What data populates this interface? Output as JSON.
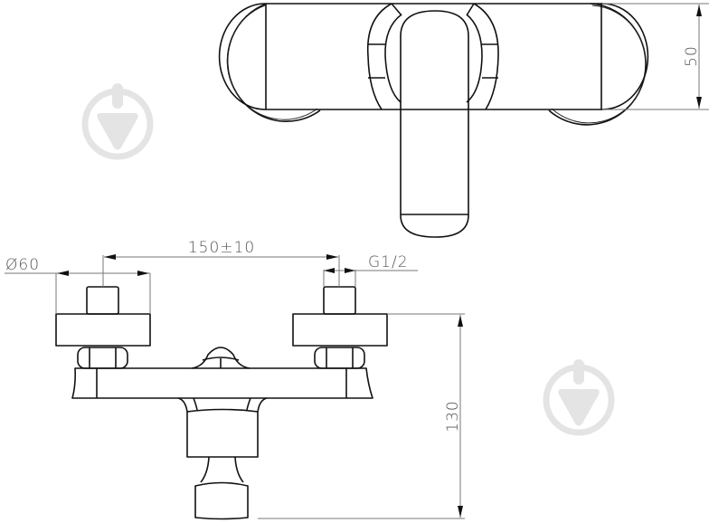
{
  "drawing": {
    "subject": "wall-mounted single-lever mixer",
    "views": [
      "top-view",
      "front-view"
    ]
  },
  "dimensions": {
    "width_between_centers": "150±10",
    "flange_diameter": "Ø60",
    "thread": "G1/2",
    "height": "130",
    "depth": "50"
  },
  "colors": {
    "line": "#111111",
    "dimension_line": "#777777",
    "dimension_text": "#555555",
    "watermark": "#e4e4e4",
    "background": "#ffffff"
  }
}
